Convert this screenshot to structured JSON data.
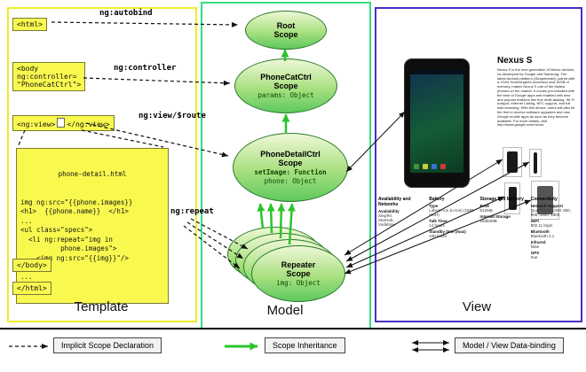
{
  "panels": {
    "template_label": "Template",
    "model_label": "Model",
    "view_label": "View"
  },
  "template": {
    "autobind_label": "ng:autobind",
    "controller_label": "ng:controller",
    "view_route_label": "ng:view/$route",
    "repeat_label": "ng:repeat",
    "html_open": "<html>",
    "body_open": "<body\nng:controller=\n\"PhoneCatCtrl\">",
    "ng_view_open": "<ng:view>",
    "ng_view_close": "</ng:view>",
    "code_title": "phone-detail.html",
    "code_body": "img ng:src=\"{{phone.images}}\n<h1>  {{phone.name}}  </h1>\n...\n<ul class=\"specs\">\n  <li ng:repeat=\"img in\n          phone.images\">\n    <img ng:src=\"{{img}}\"/>\n  </li>\n...",
    "body_close": "</body>",
    "html_close": "</html>"
  },
  "model": {
    "root": {
      "title": "Root\nScope"
    },
    "phonecat": {
      "title": "PhoneCatCtrl\nScope",
      "prop1": "params: Object"
    },
    "phonedetail": {
      "title": "PhoneDetailCtrl\nScope",
      "prop1": "setImage: Function",
      "prop2": "phone: Object"
    },
    "repeater": {
      "title": "Repeater\nScope",
      "prop1": "img: Object"
    }
  },
  "view": {
    "title": "Nexus S",
    "description": "Nexus S is the next generation of Nexus devices, co-developed by Google and Samsung. The latest Android platform (Gingerbread), paired with a 1GHz Hummingbird processor and 16GB of memory, makes Nexus S one of the fastest phones on the market. It comes pre-installed with the best of Google apps and enabled with new and popular features like true multi-tasking, Wi-Fi hotspot, Internet Calling, NFC support, and full web browsing. With this device, users will also be the first to receive software upgrades and new Google mobile apps as soon as they become available. For more details, visit http://www.google.com/nexus.",
    "specs": [
      {
        "header": "Availability and Networks",
        "rows": [
          {
            "label": "Availability",
            "value": "SingTel,\nStarHub,\nVodafone"
          }
        ]
      },
      {
        "header": "Battery",
        "rows": [
          {
            "label": "Type",
            "value": "Lithium Ion (Li-Ion) (1500 mAH)"
          },
          {
            "label": "Talk Time",
            "value": "14 hours"
          },
          {
            "label": "Standby time (max)",
            "value": "430 hours"
          }
        ]
      },
      {
        "header": "Storage and Memory",
        "rows": [
          {
            "label": "RAM",
            "value": "512MB"
          },
          {
            "label": "Internal Storage",
            "value": "16384MB"
          }
        ]
      },
      {
        "header": "Connectivity",
        "rows": [
          {
            "label": "Network Support",
            "value": "Quad-band GSM: 850, 900, 1800, 1900"
          },
          {
            "label": "WiFi",
            "value": "802.11 b/g/n"
          },
          {
            "label": "Bluetooth",
            "value": "Bluetooth 2.1"
          },
          {
            "label": "Infrared",
            "value": "false"
          },
          {
            "label": "GPS",
            "value": "true"
          }
        ]
      }
    ]
  },
  "legend": {
    "implicit": "Implicit Scope Declaration",
    "inheritance": "Scope Inheritance",
    "databinding": "Model / View Data-binding"
  }
}
